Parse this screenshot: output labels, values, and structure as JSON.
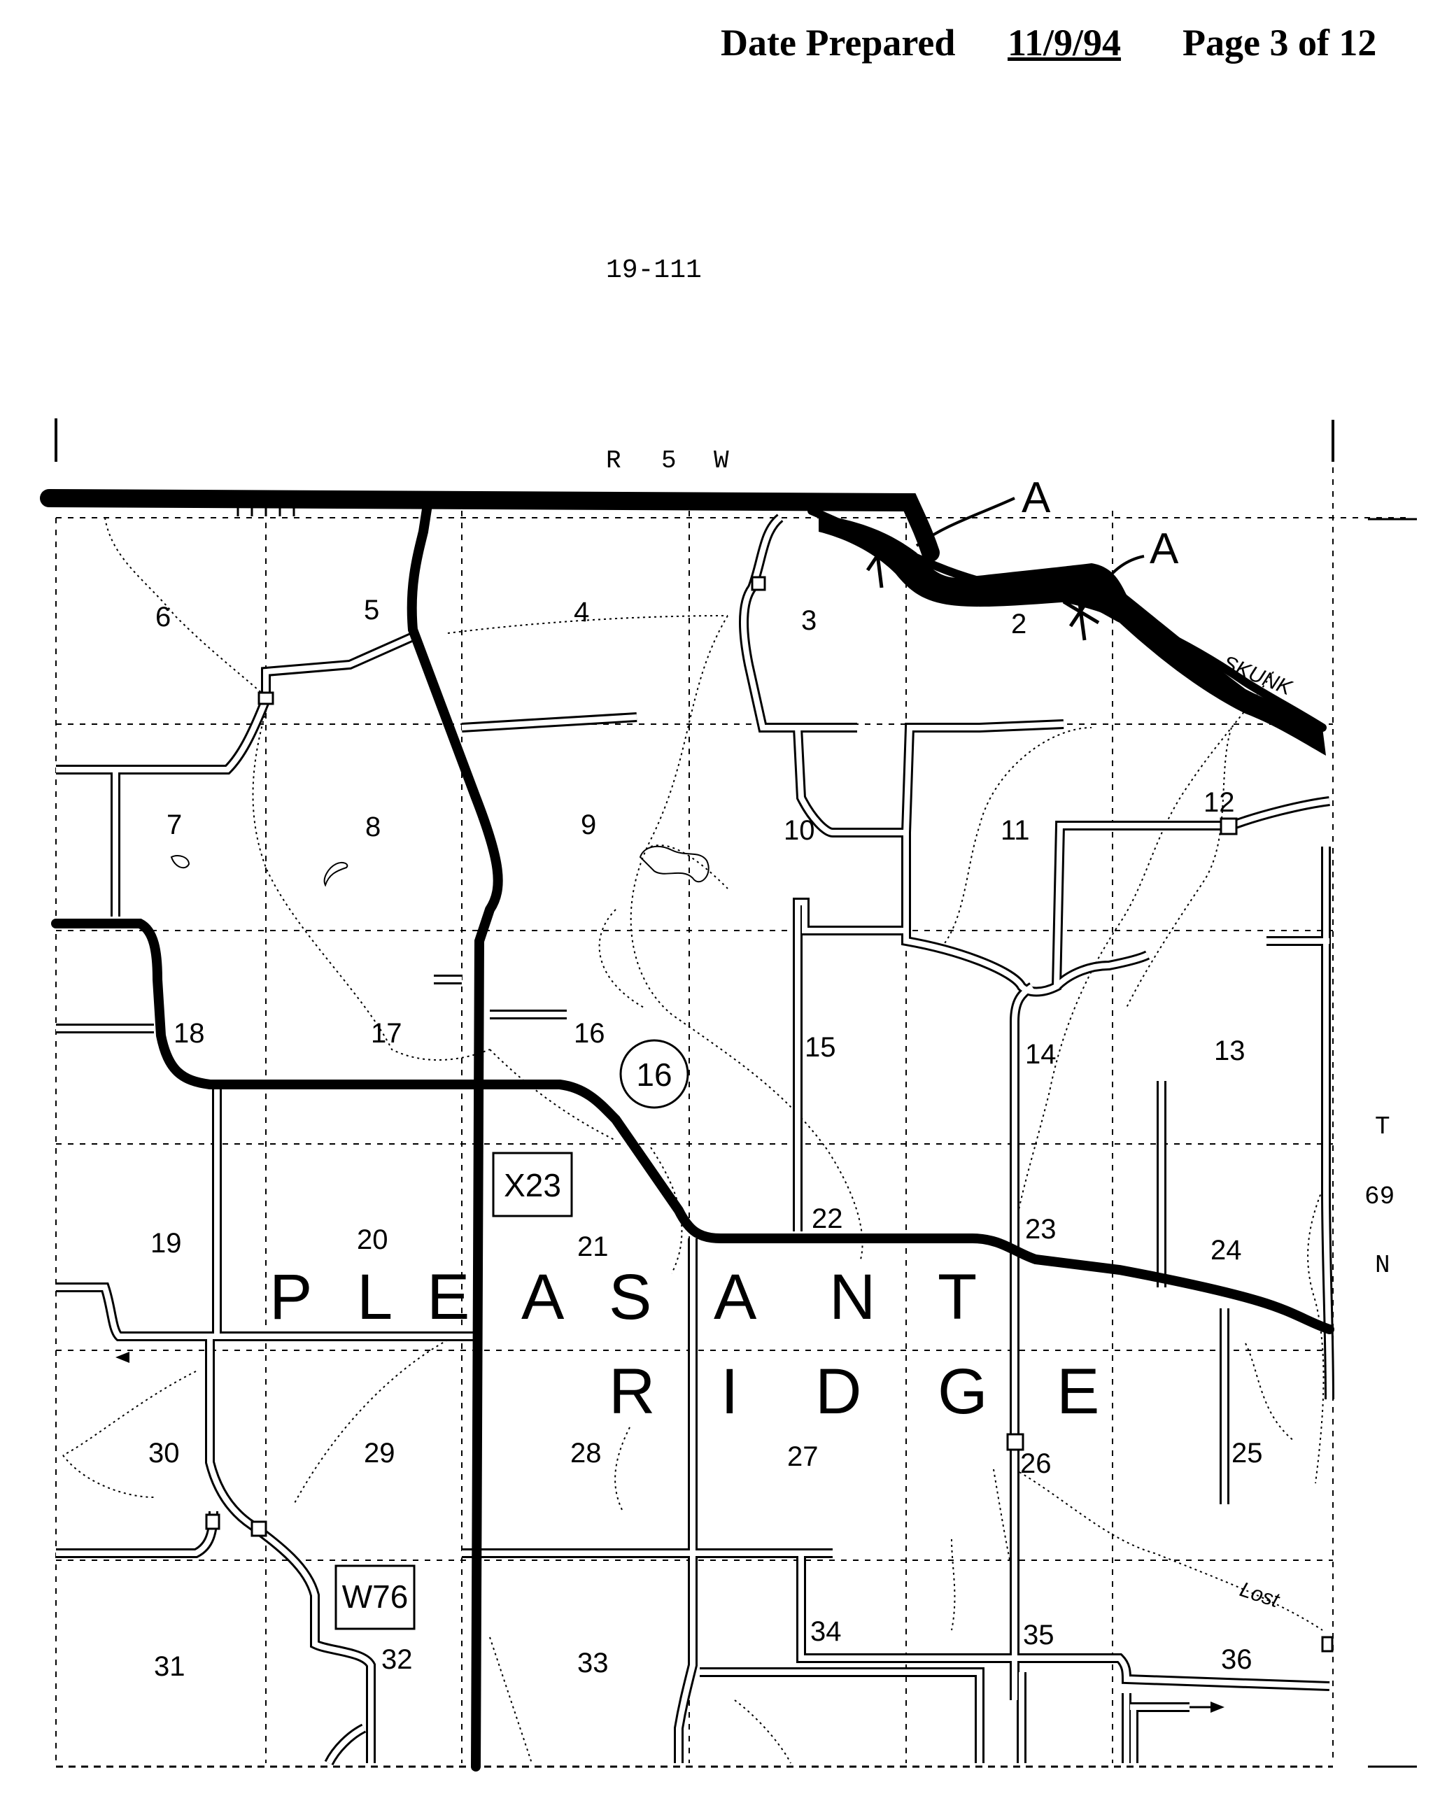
{
  "header": {
    "date_label": "Date Prepared",
    "date_value": "11/9/94",
    "page": "Page 3 of 12"
  },
  "map_code": "19-111",
  "range_label": [
    "R",
    "5",
    "W"
  ],
  "township_label": [
    "T",
    "69",
    "N"
  ],
  "marker_labels": [
    "A",
    "A"
  ],
  "river_label": "SKUNK",
  "creek_label": "Lost",
  "township_name": {
    "line1": [
      "P",
      "L",
      "E",
      "A",
      "S",
      "A",
      "N",
      "T"
    ],
    "line2": [
      "R",
      "I",
      "D",
      "G",
      "E"
    ]
  },
  "route_shields": {
    "circle": "16",
    "box1": "X23",
    "box2": "W76"
  },
  "sections": [
    "6",
    "5",
    "4",
    "3",
    "2",
    "7",
    "8",
    "9",
    "10",
    "11",
    "12",
    "18",
    "17",
    "16",
    "15",
    "14",
    "13",
    "19",
    "20",
    "21",
    "22",
    "23",
    "24",
    "30",
    "29",
    "28",
    "27",
    "26",
    "25",
    "31",
    "32",
    "33",
    "34",
    "35",
    "36"
  ]
}
